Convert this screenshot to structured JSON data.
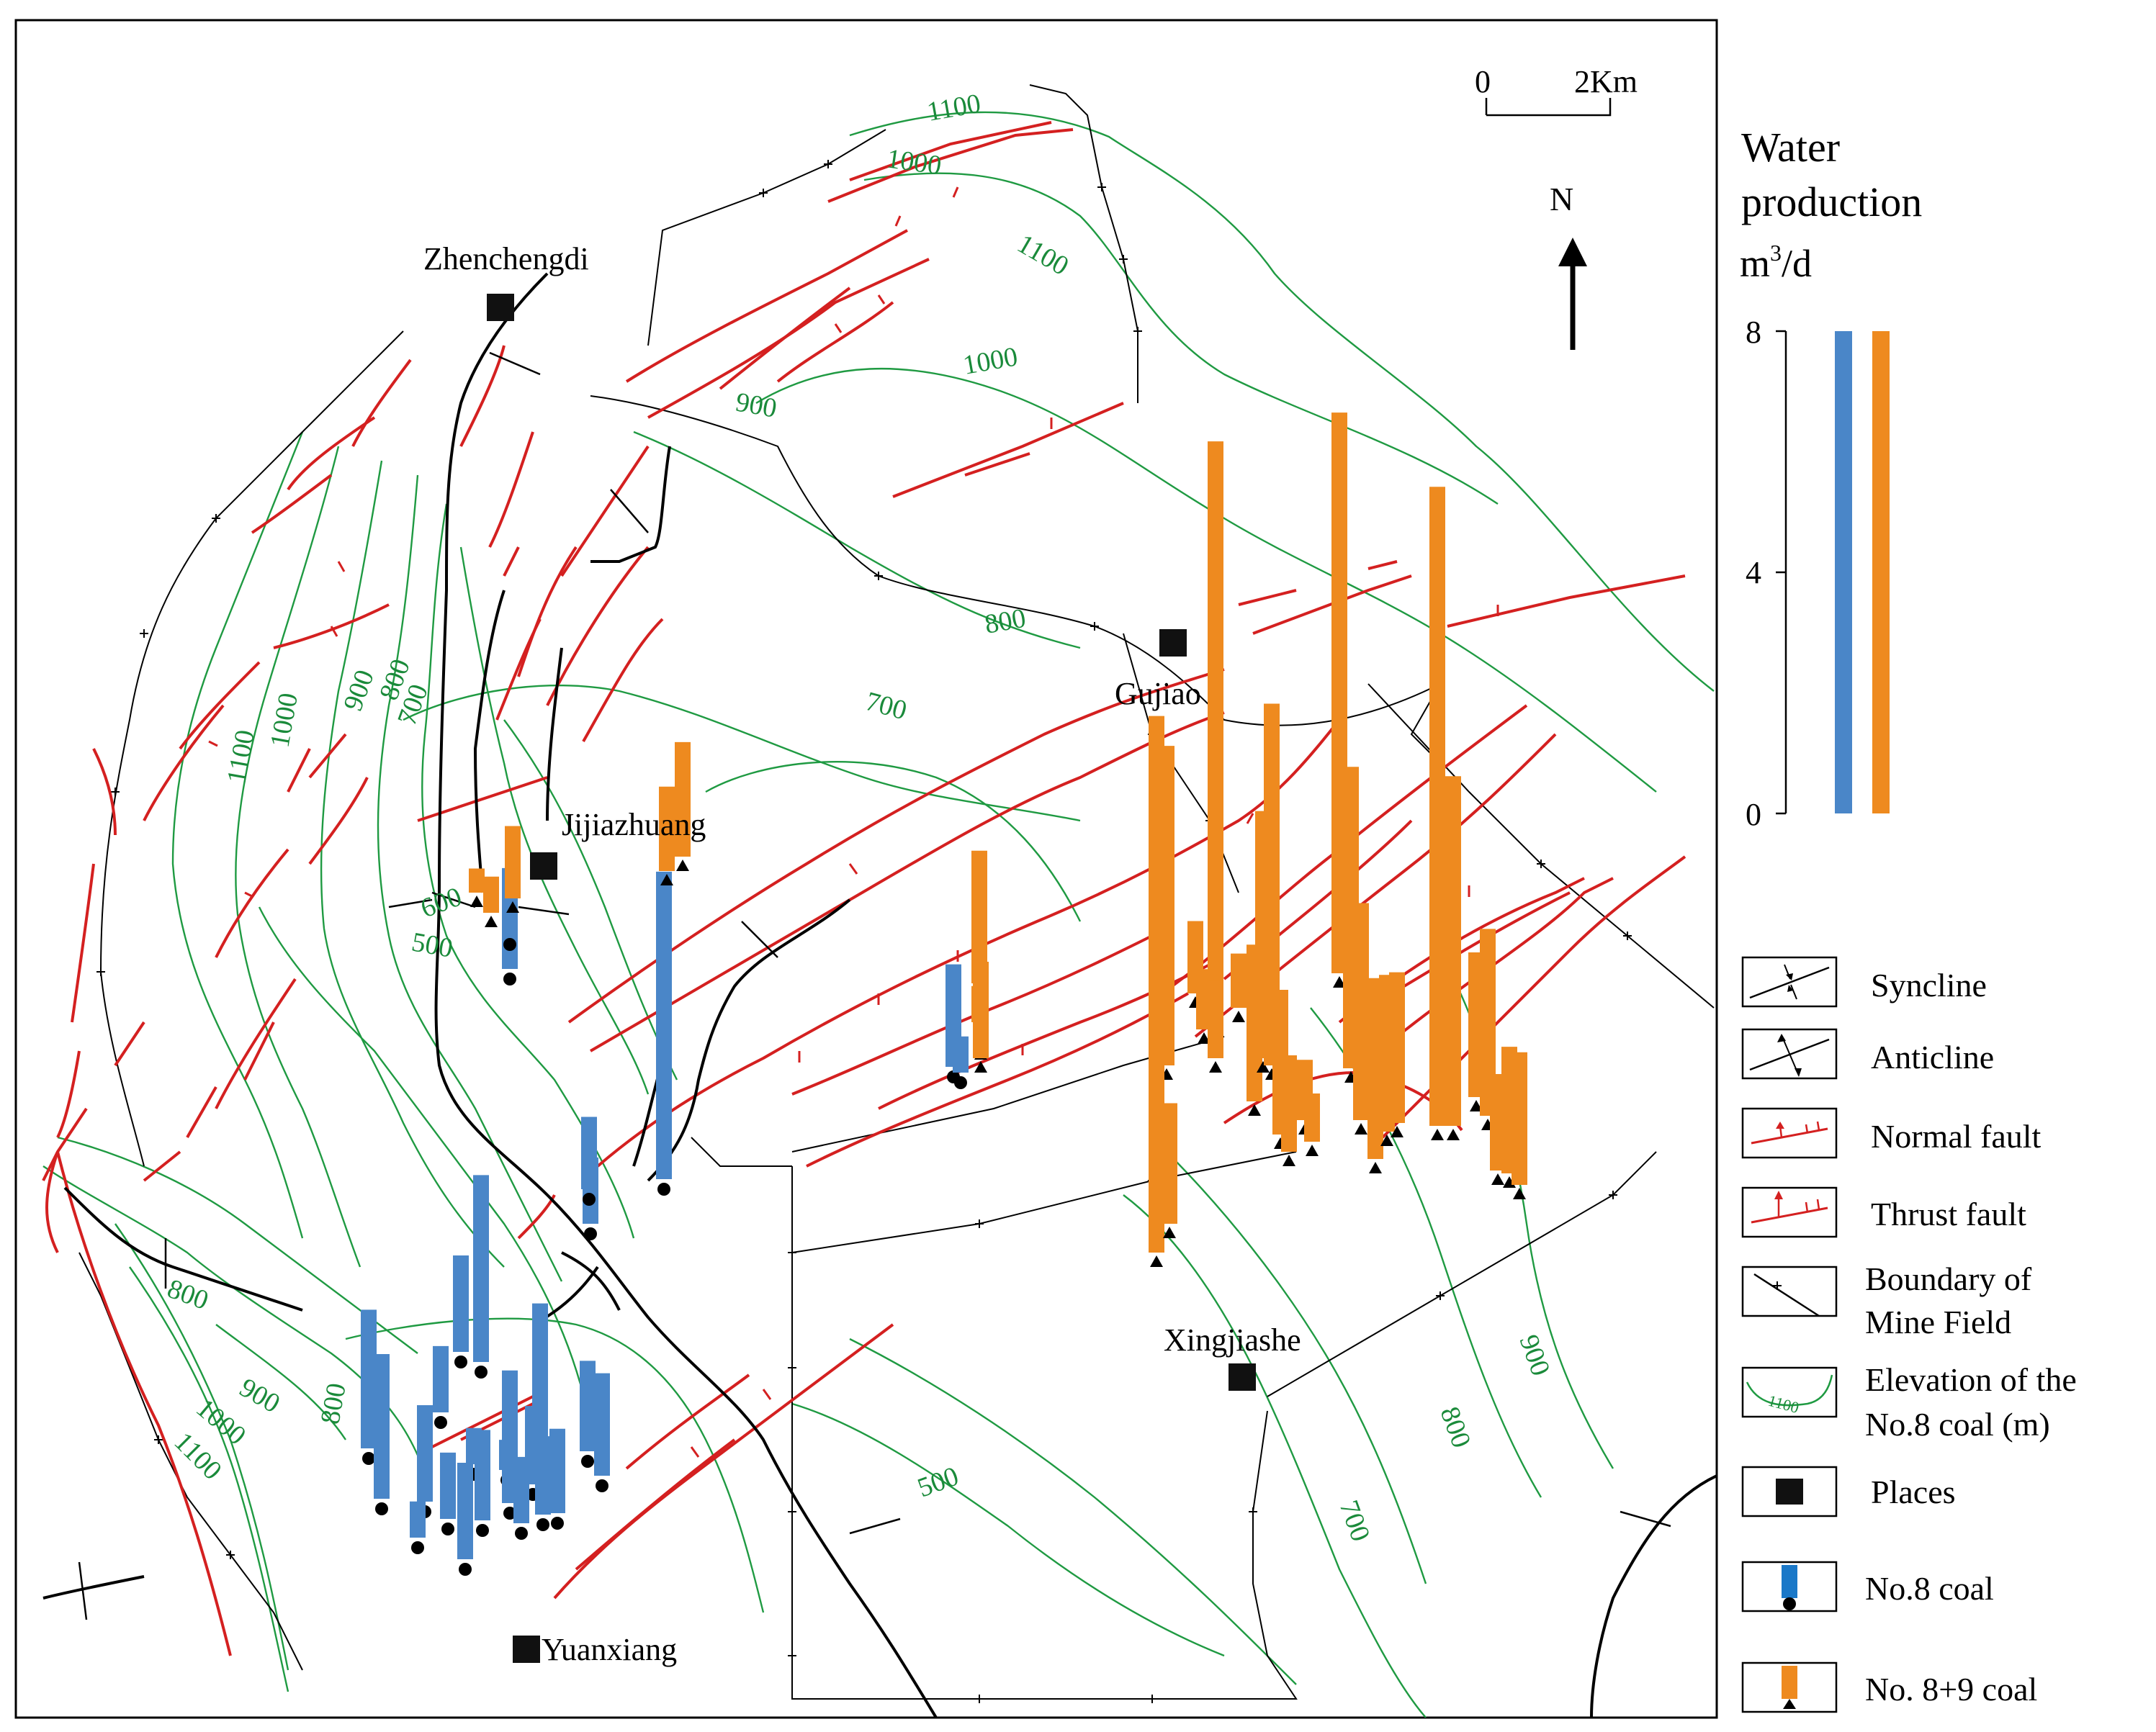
{
  "scale_bar": {
    "start": "0",
    "end": "2Km"
  },
  "north_arrow": {
    "label": "N"
  },
  "places": [
    {
      "name": "Zhenchengdi"
    },
    {
      "name": "Jijiazhuang"
    },
    {
      "name": "Gujiao"
    },
    {
      "name": "Xingjiashe"
    },
    {
      "name": "Yuanxiang"
    }
  ],
  "contour_labels": [
    "1100",
    "1000",
    "1100",
    "1000",
    "900",
    "800",
    "700",
    "1100",
    "1000",
    "900",
    "800",
    "700",
    "600",
    "500",
    "800",
    "900",
    "1000",
    "1100",
    "800",
    "500",
    "700",
    "800",
    "900"
  ],
  "water_scale": {
    "title_line1": "Water",
    "title_line2": "production",
    "unit_base": "m",
    "unit_sup": "3",
    "unit_tail": "/d",
    "ticks": [
      "8",
      "4",
      "0"
    ],
    "max_value": 8,
    "colors": {
      "no8": "#4a86c8",
      "no89": "#ee8a1f"
    }
  },
  "legend": {
    "syncline": "Syncline",
    "anticline": "Anticline",
    "normal_fault": "Normal fault",
    "thrust_fault": "Thrust fault",
    "boundary_line1": "Boundary of",
    "boundary_line2": "Mine Field",
    "elevation_line1": "Elevation of the",
    "elevation_line2": "No.8 coal (m)",
    "elevation_sample": "1100",
    "places": "Places",
    "no8": "No.8  coal",
    "no89": "No. 8+9  coal"
  },
  "wells_no8_m3d": [
    3.1,
    1.6,
    1.1,
    2.3,
    2.4,
    1.6,
    1.1,
    0.6,
    0.6,
    0.5,
    2.5,
    1.3,
    2.2,
    1.1,
    1.3,
    1.4,
    1.5,
    1.7,
    1.5,
    1.6,
    0.8,
    1.1,
    1.1,
    1.2,
    1.7,
    0.6,
    5.1
  ],
  "wells_no89_m3d": [
    1.4,
    1.9,
    2.2,
    0.6,
    0.2,
    1.6,
    0.4,
    0.6,
    1.2,
    9.3,
    5.3,
    8.9,
    2.0,
    1.2,
    1.0,
    1.3,
    0.9,
    2.6,
    4.1,
    6.0,
    2.4,
    1.6,
    1.0,
    0.8,
    9.3,
    5.0,
    3.6,
    3.0,
    2.6,
    2.5,
    10.6,
    5.8,
    2.4,
    3.1,
    1.6,
    2.1,
    2.2
  ]
}
